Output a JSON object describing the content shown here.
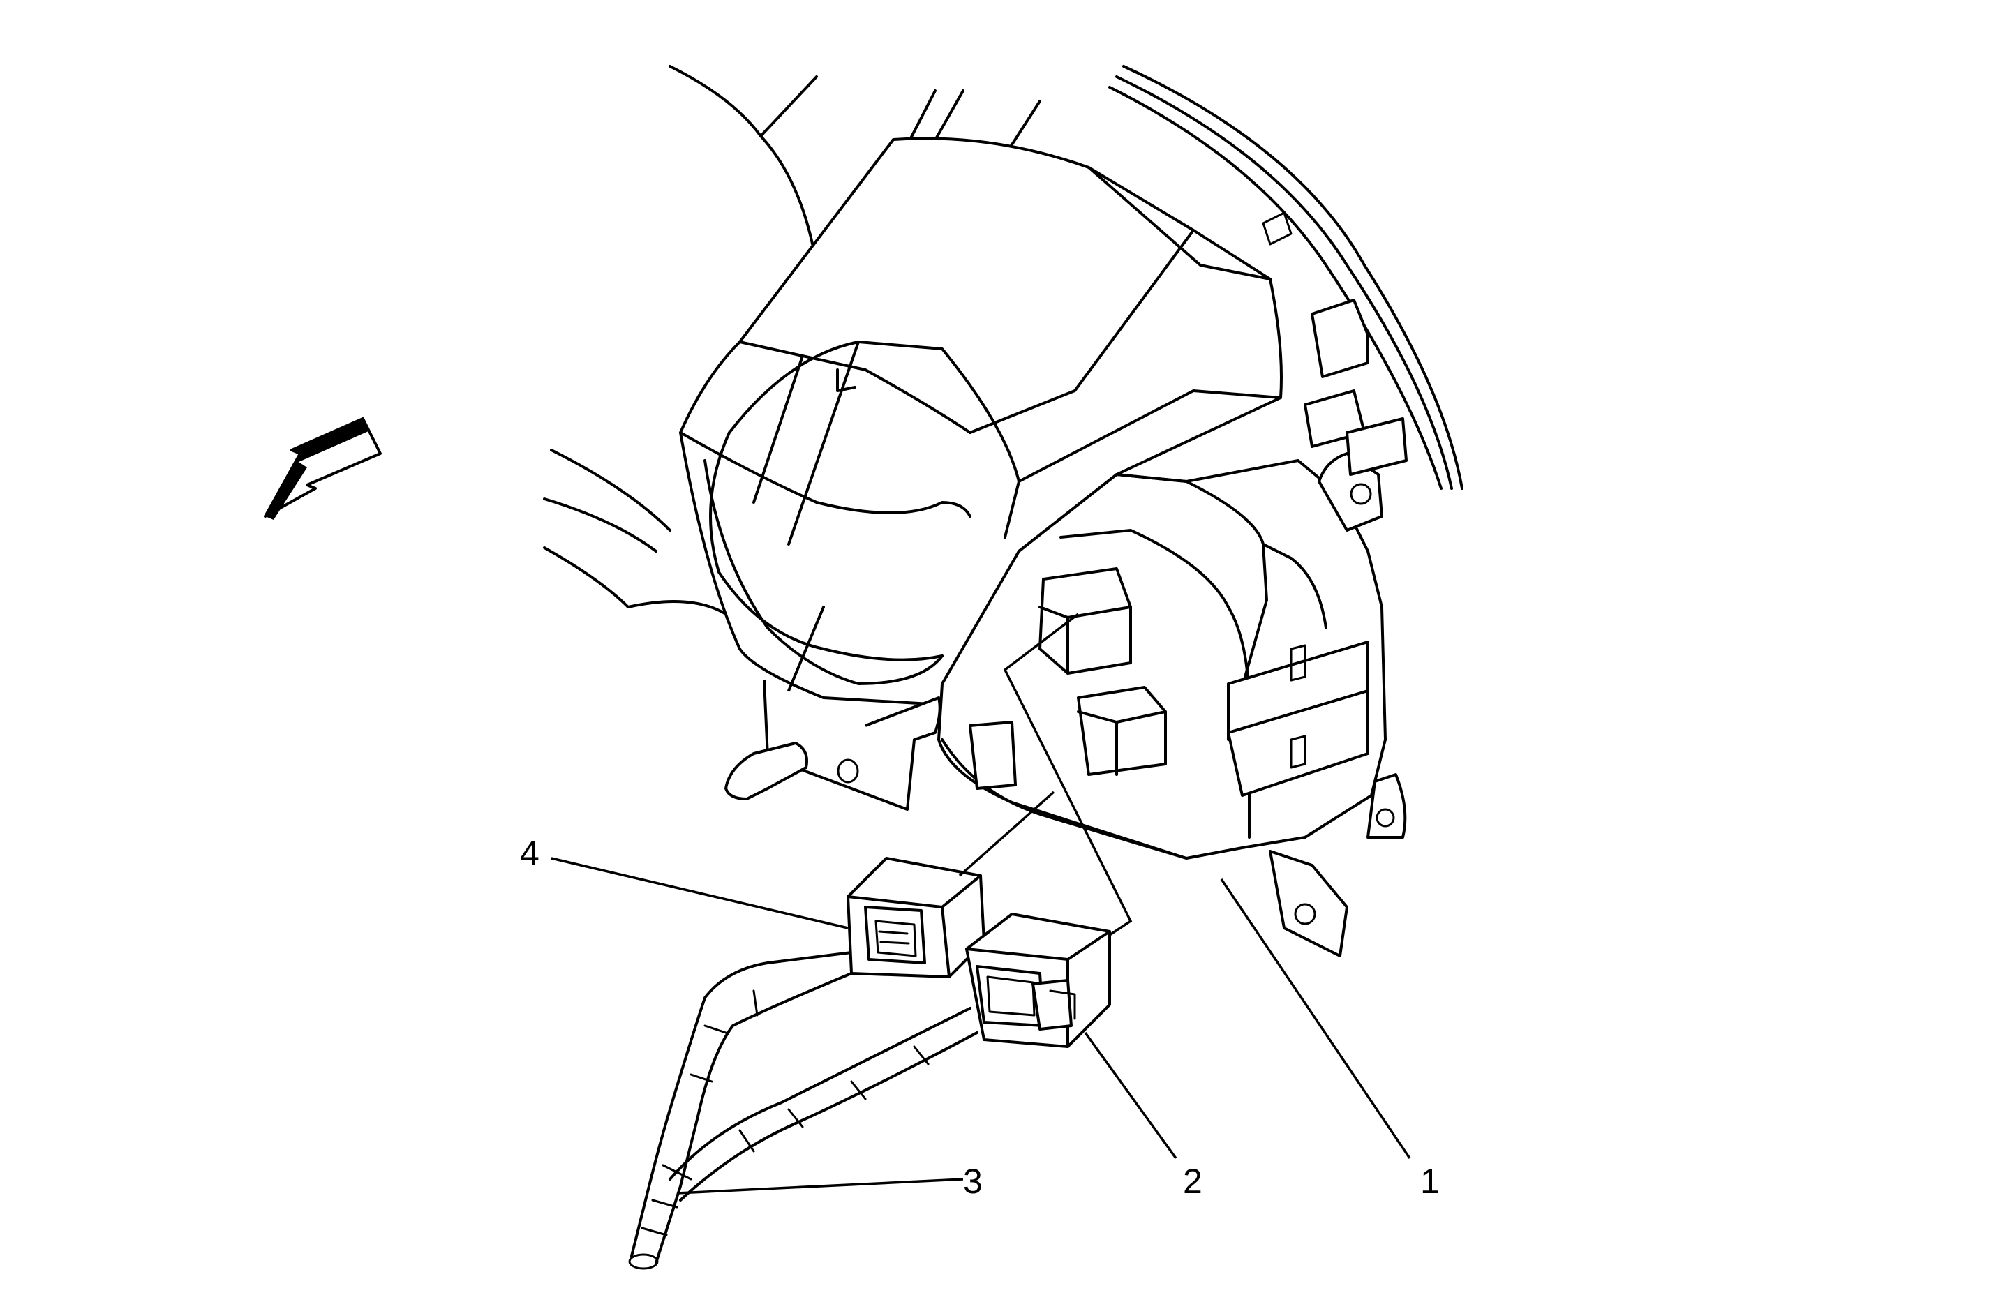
{
  "callouts": [
    {
      "id": "1",
      "text": "1"
    },
    {
      "id": "2",
      "text": "2"
    },
    {
      "id": "3",
      "text": "3"
    },
    {
      "id": "4",
      "text": "4"
    }
  ],
  "icons": [
    "direction-arrow-icon"
  ],
  "colors": {
    "line": "#000000",
    "background": "#ffffff"
  }
}
